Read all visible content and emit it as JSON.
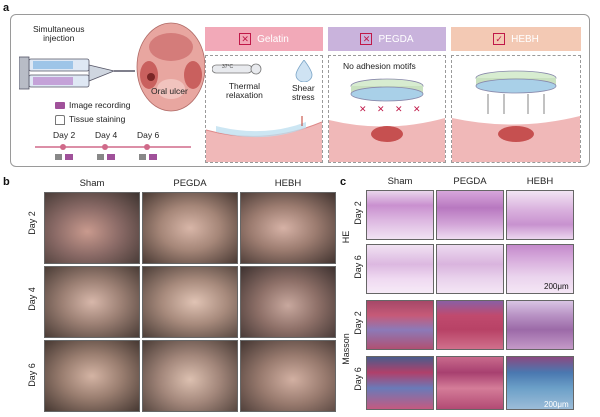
{
  "panels": {
    "a": {
      "letter": "a",
      "left_labels": {
        "injection": "Simultaneous\ninjection",
        "oral_ulcer": "Oral ulcer",
        "image_recording": "Image recording",
        "tissue_staining": "Tissue staining",
        "days": [
          "Day 2",
          "Day 4",
          "Day 6"
        ]
      },
      "groups": [
        {
          "name": "Gelatin",
          "mark": "✕",
          "header_color": "#f2a9b8"
        },
        {
          "name": "PEGDA",
          "mark": "✕",
          "header_color": "#c9b3dc"
        },
        {
          "name": "HEBH",
          "mark": "✓",
          "header_color": "#f3c9b4"
        }
      ],
      "gelatin_labels": {
        "thermal": "Thermal\nrelaxation",
        "shear": "Shear\nstress"
      },
      "pegda_label": "No adhesion motifs",
      "thermometer_text": "37°C"
    },
    "b": {
      "letter": "b",
      "columns": [
        "Sham",
        "PEGDA",
        "HEBH"
      ],
      "rows": [
        "Day 2",
        "Day 4",
        "Day 6"
      ]
    },
    "c": {
      "letter": "c",
      "columns": [
        "Sham",
        "PEGDA",
        "HEBH"
      ],
      "groups": [
        {
          "stain": "HE",
          "rows": [
            "Day 2",
            "Day 6"
          ]
        },
        {
          "stain": "Masson",
          "rows": [
            "Day 2",
            "Day 6"
          ]
        }
      ],
      "scale_bar": "200μm"
    }
  },
  "colors": {
    "he_pink": "#d9a8d6",
    "masson_red": "#b83a5a",
    "masson_blue": "#5a7fb8",
    "tissue_pink": "#f0b8b8",
    "accent": "#c01848"
  }
}
